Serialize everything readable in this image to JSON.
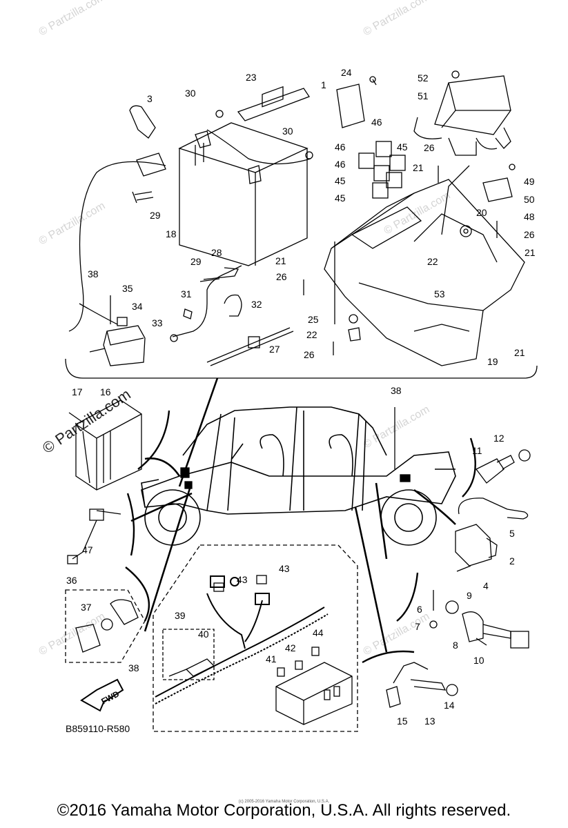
{
  "watermark": {
    "brand": "© Partzilla.com"
  },
  "diagram_code": "B859110-R580",
  "fwd_label": "FWD",
  "tiny_credit": "(c) 2005-2016 Yamaha Motor Corporation, U.S.A.",
  "copyright": "©2016 Yamaha Motor Corporation, U.S.A. All rights reserved.",
  "callouts": {
    "c1": "1",
    "c2": "2",
    "c3": "3",
    "c4": "4",
    "c5": "5",
    "c6": "6",
    "c7": "7",
    "c8": "8",
    "c9": "9",
    "c10": "10",
    "c11": "11",
    "c12": "12",
    "c13": "13",
    "c14": "14",
    "c15": "15",
    "c16": "16",
    "c17": "17",
    "c18": "18",
    "c19": "19",
    "c20": "20",
    "c21": "21",
    "c22": "22",
    "c23": "23",
    "c24": "24",
    "c25": "25",
    "c26": "26",
    "c27": "27",
    "c28": "28",
    "c29": "29",
    "c30": "30",
    "c31": "31",
    "c32": "32",
    "c33": "33",
    "c34": "34",
    "c35": "35",
    "c36": "36",
    "c37": "37",
    "c38": "38",
    "c39": "39",
    "c40": "40",
    "c41": "41",
    "c42": "42",
    "c43": "43",
    "c44": "44",
    "c45": "45",
    "c46": "46",
    "c47": "47",
    "c48": "48",
    "c49": "49",
    "c50": "50",
    "c51": "51",
    "c52": "52",
    "c53": "53"
  }
}
